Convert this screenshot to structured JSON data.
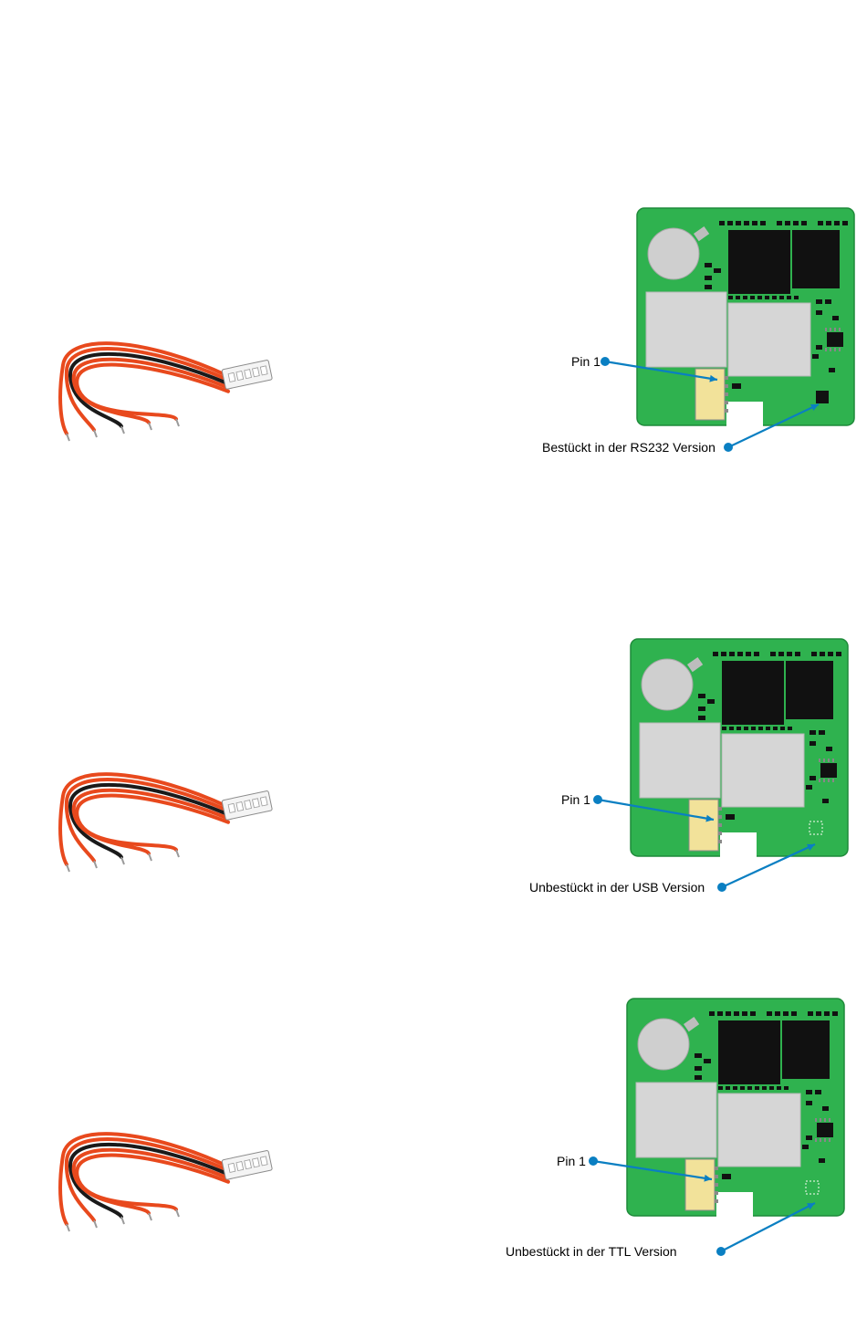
{
  "colors": {
    "pcb": "#2fb24f",
    "pcb_edge": "#1f8a3a",
    "chip": "#111111",
    "pad": "#d6d6d6",
    "battery": "#cfcfcf",
    "connector": "#f2e29a",
    "callout": "#0a7fc2",
    "wire_red": "#e8491d",
    "wire_black": "#1a1a1a"
  },
  "panels": [
    {
      "pin_label": "Pin 1",
      "note": "Bestückt in der RS232 Version",
      "component_populated": true
    },
    {
      "pin_label": "Pin 1",
      "note": "Unbestückt in der USB Version",
      "component_populated": false
    },
    {
      "pin_label": "Pin 1",
      "note": "Unbestückt in der TTL Version",
      "component_populated": false
    }
  ]
}
